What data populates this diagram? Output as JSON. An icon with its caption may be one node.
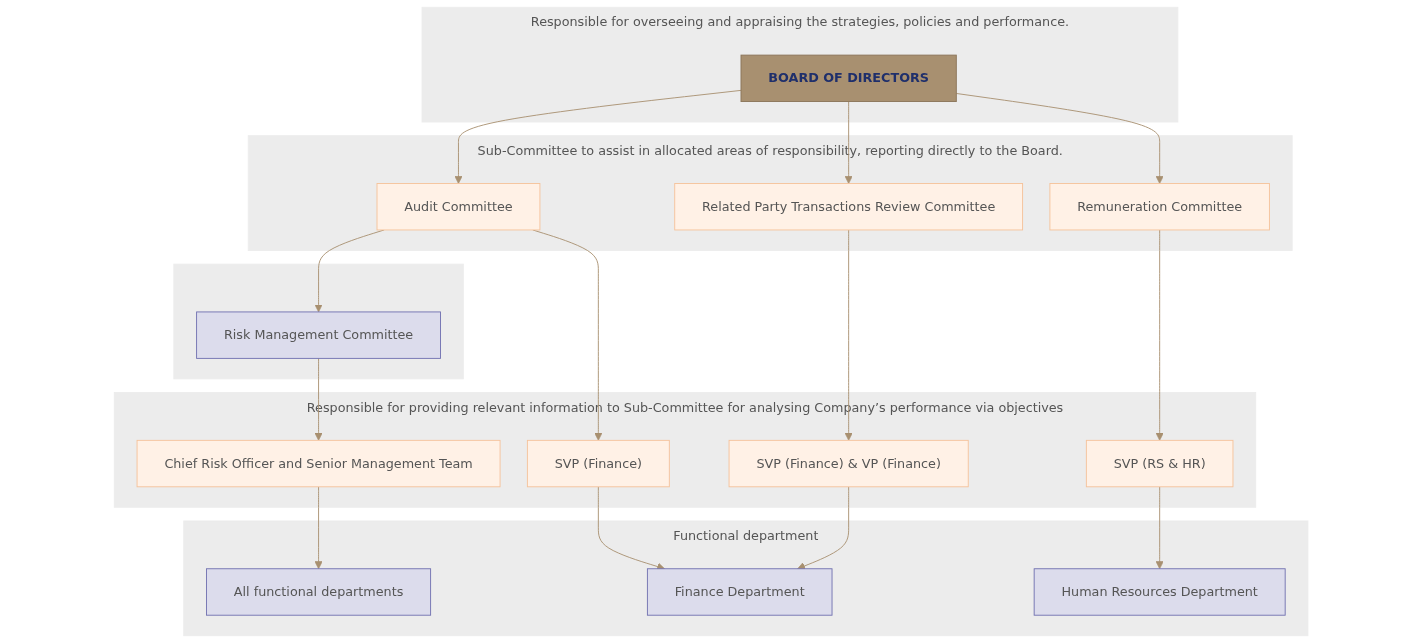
{
  "diagram": {
    "nodes": [
      {
        "text": [
          "Responsible for overseeing and appraising the strategies, policies and performance."
        ]
      },
      {
        "text": [
          "BOARD OF DIRECTORS"
        ],
        "in": 0
      },
      {
        "text": [
          "Sub-Committee to assist in allocated areas of responsibility, reporting directly to the Board."
        ]
      },
      {
        "text": [
          "Audit Committee"
        ],
        "in": 2
      },
      {
        "text": [
          "Related Party Transactions Review Committee"
        ],
        "in": 2
      },
      {
        "text": [
          "Remuneration Committee"
        ],
        "in": 2
      },
      {
        "text": [],
        "shape": "bar"
      },
      {
        "text": [
          "Risk Management Committee"
        ],
        "in": 6
      },
      {
        "text": [
          "Responsible for providing relevant information to Sub-Committee for analysing Company’s performance via objectives"
        ]
      },
      {
        "text": [
          "Chief Risk Officer and Senior Management Team"
        ],
        "in": 8
      },
      {
        "text": [
          "SVP (Finance)"
        ],
        "in": 8
      },
      {
        "text": [
          "SVP (Finance) & VP (Finance)"
        ],
        "in": 8
      },
      {
        "text": [
          "SVP (RS & HR)"
        ],
        "in": 8
      },
      {
        "text": [
          "Functional department"
        ]
      },
      {
        "text": [
          "All functional departments"
        ],
        "in": 13
      },
      {
        "text": [
          "Finance Department"
        ],
        "in": 13
      },
      {
        "text": [
          "Human Resources Department"
        ],
        "in": 13
      }
    ],
    "edges": [
      {
        "from": 1,
        "to": 3,
        "arrow": "to"
      },
      {
        "from": 1,
        "to": 4,
        "arrow": "to"
      },
      {
        "from": 1,
        "to": 5,
        "arrow": "to"
      },
      {
        "from": 3,
        "to": 7,
        "arrow": "to"
      },
      {
        "from": 3,
        "to": 10,
        "arrow": "to"
      },
      {
        "from": 4,
        "to": 11,
        "arrow": "to"
      },
      {
        "from": 5,
        "to": 12,
        "arrow": "to"
      },
      {
        "from": 7,
        "to": 9,
        "arrow": "to"
      },
      {
        "from": 9,
        "to": 14,
        "arrow": "to"
      },
      {
        "from": 10,
        "to": 15,
        "arrow": "to"
      },
      {
        "from": 11,
        "to": 15,
        "arrow": "to"
      },
      {
        "from": 12,
        "to": 16,
        "arrow": "to"
      }
    ]
  }
}
